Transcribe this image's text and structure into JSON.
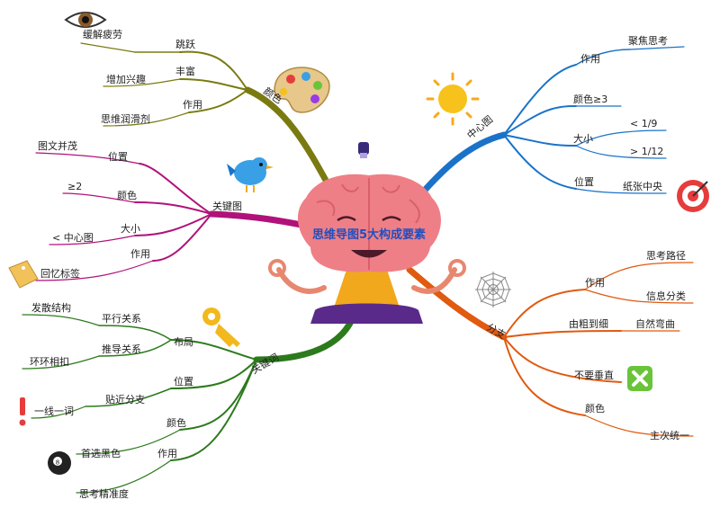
{
  "center": {
    "title": "思维导图5大构成要素"
  },
  "colors": {
    "yan_se": "#7a7a10",
    "zhong_xin": "#1a73c9",
    "guan_jian_tu": "#b0127a",
    "fen_zhi": "#e05a10",
    "guan_jian_ci": "#2c7a1c"
  },
  "branches": {
    "yan_se": {
      "label": "颜色",
      "groups": [
        {
          "label": "跳跃",
          "leaf": "缓解疲劳"
        },
        {
          "label": "丰富",
          "leaf": "增加兴趣"
        },
        {
          "label": "作用",
          "leaf": "思维润滑剂"
        }
      ]
    },
    "zhong_xin": {
      "label": "中心图",
      "groups": [
        {
          "label": "作用",
          "leaf": "聚焦思考"
        },
        {
          "label": "颜色≥3"
        },
        {
          "label": "大小",
          "leaves": [
            "< 1/9",
            "> 1/12"
          ]
        },
        {
          "label": "位置",
          "leaf": "纸张中央"
        }
      ]
    },
    "guan_jian_tu": {
      "label": "关键图",
      "groups": [
        {
          "label": "位置",
          "leaf": "图文并茂"
        },
        {
          "label": "颜色",
          "leaf": "≥2"
        },
        {
          "label": "大小",
          "leaf": "< 中心图"
        },
        {
          "label": "作用",
          "leaf": "回忆标签"
        }
      ]
    },
    "fen_zhi": {
      "label": "分支",
      "groups": [
        {
          "label": "作用",
          "leaves": [
            "思考路径",
            "信息分类"
          ]
        },
        {
          "label": "由粗到细",
          "leaf": "自然弯曲"
        },
        {
          "label": "不要垂直"
        },
        {
          "label": "颜色",
          "leaf": "主次统一"
        }
      ]
    },
    "guan_jian_ci": {
      "label": "关键词",
      "groups": [
        {
          "label": "布局",
          "leaves": [
            "平行关系",
            "推导关系"
          ],
          "subleaves": [
            "发散结构",
            "环环相扣"
          ]
        },
        {
          "label": "位置",
          "leaf": "贴近分支",
          "subleaf": "一线一词"
        },
        {
          "label": "颜色",
          "leaf": "首选黑色"
        },
        {
          "label": "作用",
          "leaf": "思考精准度"
        }
      ]
    }
  }
}
